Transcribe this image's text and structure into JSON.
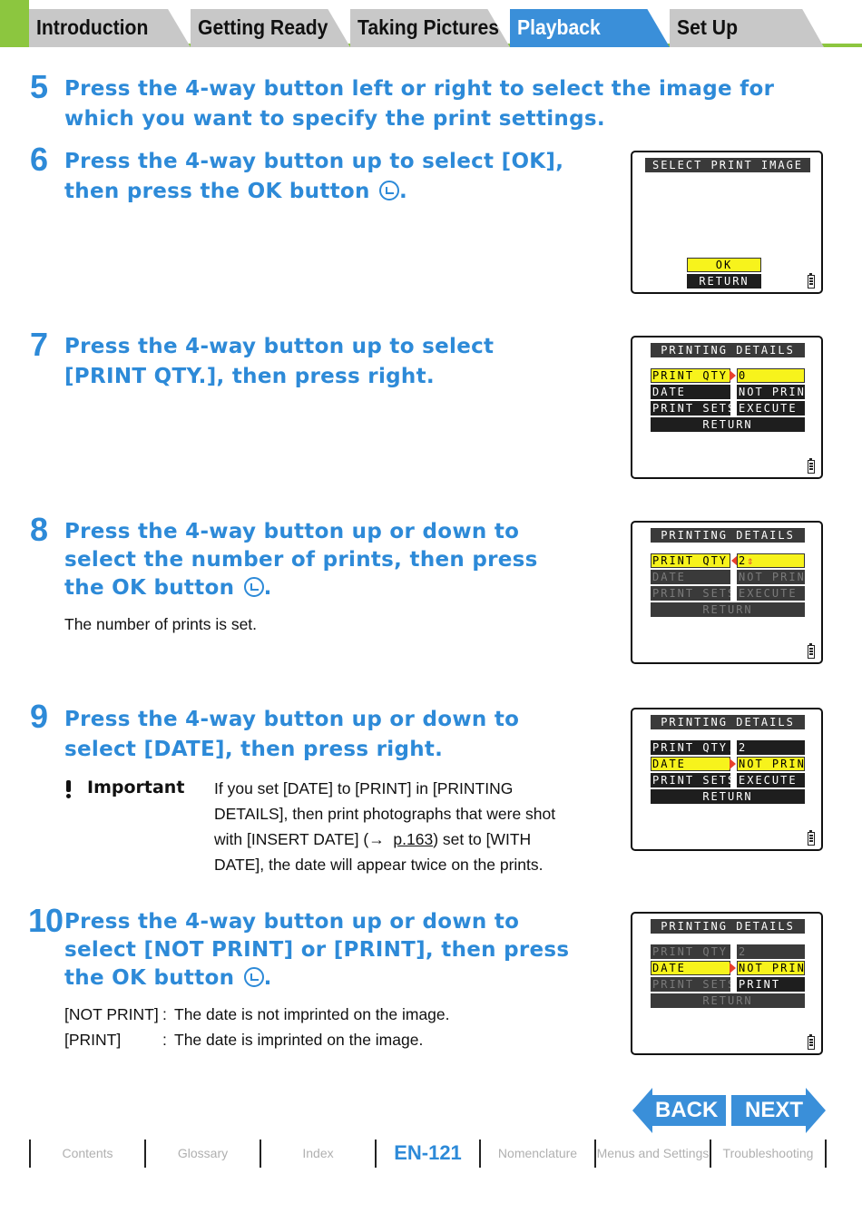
{
  "tabs": [
    "Introduction",
    "Getting Ready",
    "Taking Pictures",
    "Playback",
    "Set Up"
  ],
  "active_tab": "Playback",
  "steps": [
    {
      "num": "5",
      "line1": "Press the 4-way button left or right to select the image for",
      "line2": "which you want to specify the print settings."
    },
    {
      "num": "6",
      "line1": "Press the 4-way button up to select [OK],",
      "line2": "then press the OK button"
    },
    {
      "num": "7",
      "line1": "Press the 4-way button up to select",
      "line2": "[PRINT QTY.], then press right."
    },
    {
      "num": "8",
      "line1": "Press the 4-way button up or down to",
      "line2": "select the number of prints, then press",
      "line3": "the OK button",
      "note": "The number of prints is set."
    },
    {
      "num": "9",
      "line1": "Press the 4-way button up or down to",
      "line2": "select [DATE], then press right."
    },
    {
      "num": "10",
      "line1": "Press the 4-way button up or down to",
      "line2": "select [NOT PRINT] or [PRINT], then press",
      "line3": "the OK button"
    }
  ],
  "important": {
    "label": "Important",
    "lines": [
      "If you set [DATE] to [PRINT] in [PRINTING",
      "DETAILS], then print photographs that were shot",
      "with [INSERT DATE] (",
      ") set to [WITH",
      "DATE], the date will appear twice on the prints."
    ],
    "link": "p.163",
    "arrow": "→"
  },
  "step10_defs": [
    {
      "term": "[NOT PRINT]",
      "sep": ":",
      "desc": "The date is not imprinted on the image."
    },
    {
      "term": "[PRINT]",
      "sep": ":",
      "desc": "The date is imprinted on the image."
    }
  ],
  "screens": {
    "s1": {
      "header": "SELECT PRINT IMAGE",
      "ok": "OK",
      "return": "RETURN"
    },
    "details_header": "PRINTING DETAILS",
    "labels": {
      "qty": "PRINT QTY.",
      "date": "DATE",
      "sets": "PRINT SETS",
      "return": "RETURN"
    },
    "s2": {
      "qty": "0",
      "date": "NOT PRINT",
      "sets": "EXECUTE"
    },
    "s3": {
      "qty": "2",
      "date": "NOT PRINT",
      "sets": "EXECUTE"
    },
    "s4": {
      "qty": "2",
      "date": "NOT PRINT",
      "sets": "EXECUTE"
    },
    "s5": {
      "qty": "2",
      "date": "NOT PRINT",
      "sets": "PRINT"
    }
  },
  "nav": {
    "back": "BACK",
    "next": "NEXT"
  },
  "footer": {
    "items": [
      "Contents",
      "Glossary",
      "Index",
      "EN-121",
      "Nomenclature",
      "Menus and Settings",
      "Troubleshooting"
    ]
  },
  "colors": {
    "accent": "#2d8ad8",
    "green": "#8cc63f",
    "lcd_highlight": "#f7f31c"
  }
}
